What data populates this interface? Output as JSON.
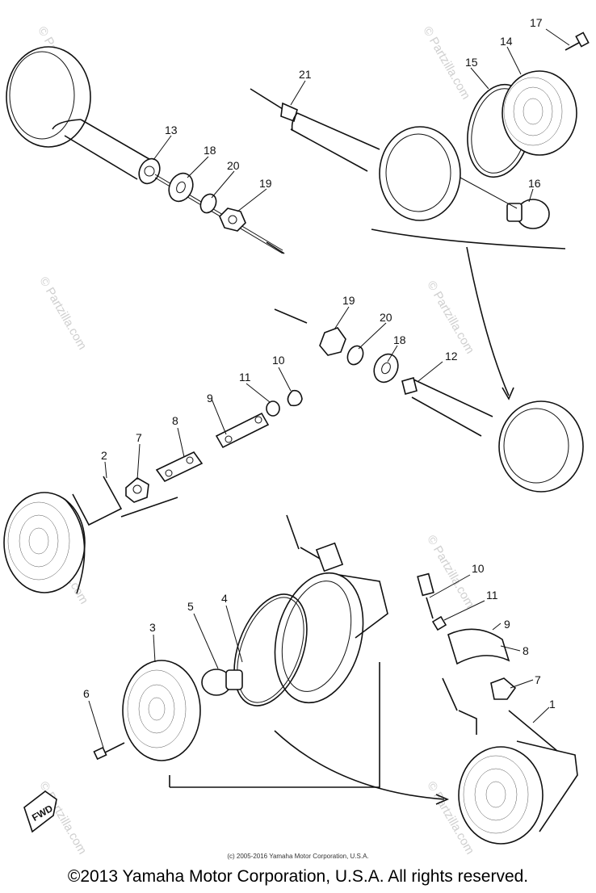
{
  "callouts": {
    "c1": "1",
    "c2": "2",
    "c3": "3",
    "c4": "4",
    "c5": "5",
    "c6": "6",
    "c7_upper": "7",
    "c7_lower": "7",
    "c8_upper": "8",
    "c8_lower": "8",
    "c9_upper": "9",
    "c9_lower": "9",
    "c10_upper": "10",
    "c10_lower": "10",
    "c11_upper": "11",
    "c11_lower": "11",
    "c12": "12",
    "c13": "13",
    "c14": "14",
    "c15": "15",
    "c16": "16",
    "c17": "17",
    "c18_top": "18",
    "c18_mid": "18",
    "c19_top": "19",
    "c19_mid": "19",
    "c20_top": "20",
    "c20_mid": "20",
    "c21": "21"
  },
  "fwd_label": "FWD",
  "watermark_text": "© Partzilla.com",
  "copyright_small": "(c) 2005-2016 Yamaha Motor Corporation, U.S.A.",
  "copyright_main": "©2013 Yamaha Motor Corporation, U.S.A. All rights reserved."
}
